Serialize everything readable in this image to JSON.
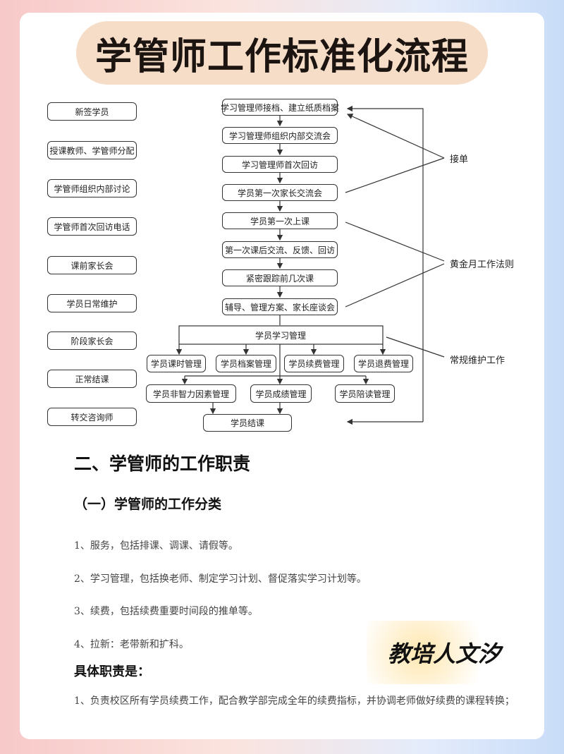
{
  "title": "学管师工作标准化流程",
  "flow": {
    "left": [
      "新签学员",
      "授课教师、学管师分配",
      "学管师组织内部讨论",
      "学管师首次回访电话",
      "课前家长会",
      "学员日常维护",
      "阶段家长会",
      "正常结课",
      "转交咨询师"
    ],
    "middle": [
      "学习管理师接档、建立纸质档案",
      "学习管理师组织内部交流会",
      "学习管理师首次回访",
      "学员第一次家长交流会",
      "学员第一次上课",
      "第一次课后交流、反馈、回访",
      "紧密跟踪前几次课",
      "辅导、管理方案、家长座谈会"
    ],
    "hub": "学员学习管理",
    "row1": [
      "学员课时管理",
      "学员档案管理",
      "学员续费管理",
      "学员退费管理"
    ],
    "row2": [
      "学员非智力因素管理",
      "学员成绩管理",
      "学员陪读管理"
    ],
    "end": "学员结课",
    "labels": [
      "接单",
      "黄金月工作法则",
      "常规维护工作"
    ]
  },
  "section": {
    "heading": "二、学管师的工作职责",
    "subheading": "（一）学管师的工作分类",
    "items": [
      "1、服务，包括排课、调课、请假等。",
      "2、学习管理，包括换老师、制定学习计划、督促落实学习计划等。",
      "3、续费，包括续费重要时间段的推单等。",
      "4、拉新：老带新和扩科。"
    ],
    "duties_heading": "具体职责是：",
    "duty1": "1、负责校区所有学员续费工作，配合教学部完成全年的续费指标，并协调老师做好续费的课程转换；"
  },
  "logo": "教培人文汐"
}
